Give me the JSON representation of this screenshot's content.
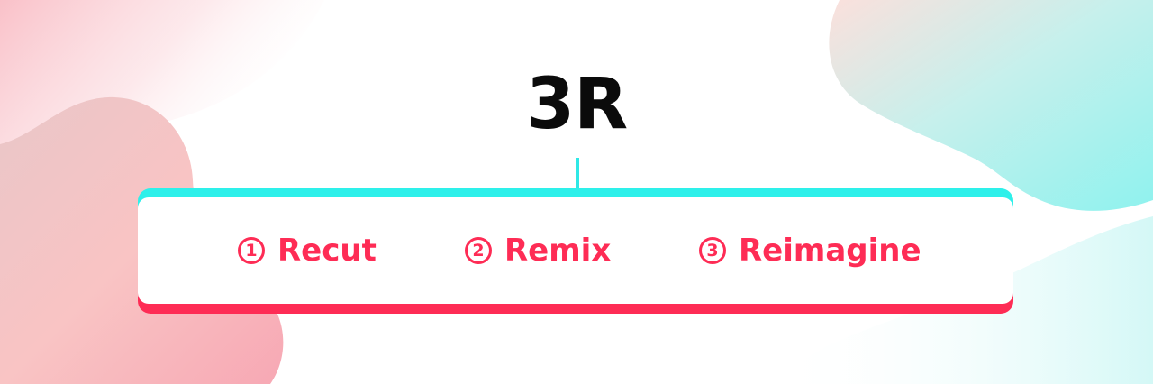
{
  "title": "3R",
  "items": [
    {
      "number": "1",
      "label": "Recut"
    },
    {
      "number": "2",
      "label": "Remix"
    },
    {
      "number": "3",
      "label": "Reimagine"
    }
  ],
  "colors": {
    "title": "#0b0b0b",
    "accent_cyan": "#2ef0ea",
    "accent_red": "#fe2c55",
    "background": "#ffffff"
  }
}
